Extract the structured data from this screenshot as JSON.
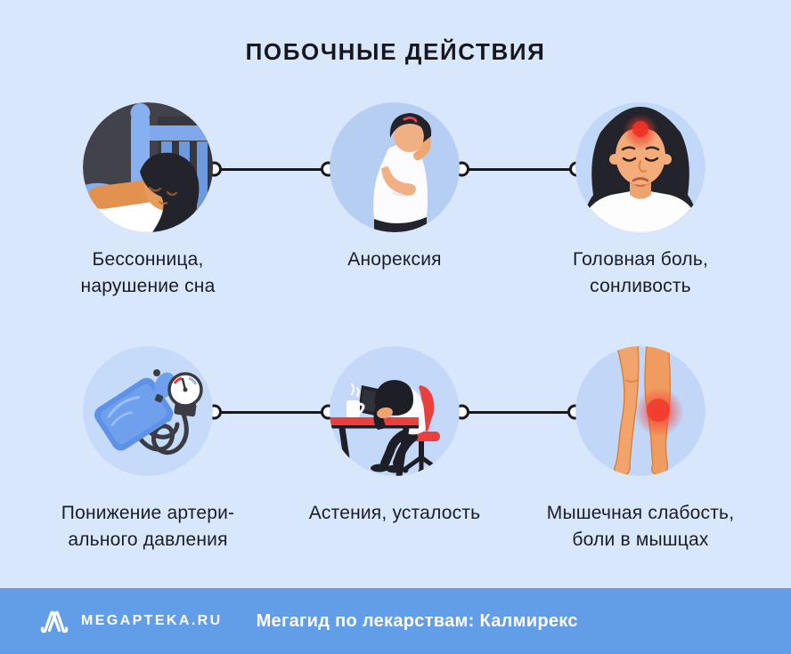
{
  "title": "ПОБОЧНЫЕ ДЕЙСТВИЯ",
  "items": [
    {
      "id": "insomnia",
      "icon": "sleeping-person-icon",
      "line1": "Бессонница,",
      "line2": "нарушение сна"
    },
    {
      "id": "anorexia",
      "icon": "thin-person-icon",
      "line1": "Анорексия",
      "line2": ""
    },
    {
      "id": "headache",
      "icon": "headache-woman-icon",
      "line1": "Головная боль,",
      "line2": "сонливость"
    },
    {
      "id": "blood-pressure",
      "icon": "blood-pressure-cuff-icon",
      "line1": "Понижение артери-",
      "line2": "ального давления"
    },
    {
      "id": "asthenia",
      "icon": "tired-at-desk-icon",
      "line1": "Астения, усталость",
      "line2": ""
    },
    {
      "id": "muscle",
      "icon": "aching-legs-icon",
      "line1": "Мышечная слабость,",
      "line2": "боли в мышцах"
    }
  ],
  "footer": {
    "brand": "MEGAPTEKA.RU",
    "tagline": "Мегагид по лекарствам: Калмирекс",
    "logo_icon": "megapteka-m-logo-icon"
  },
  "colors": {
    "page_bg": "#d9e7fc",
    "footer_bg": "#619ee7",
    "text": "#1c1c26",
    "connector": "#17171c",
    "accent_red": "#e8403c",
    "circle_light_blue": "#c2d7f8",
    "circle_dark": "#42424b",
    "blue": "#6ea0ee",
    "skin": "#f2a46e",
    "white": "#ffffff"
  }
}
